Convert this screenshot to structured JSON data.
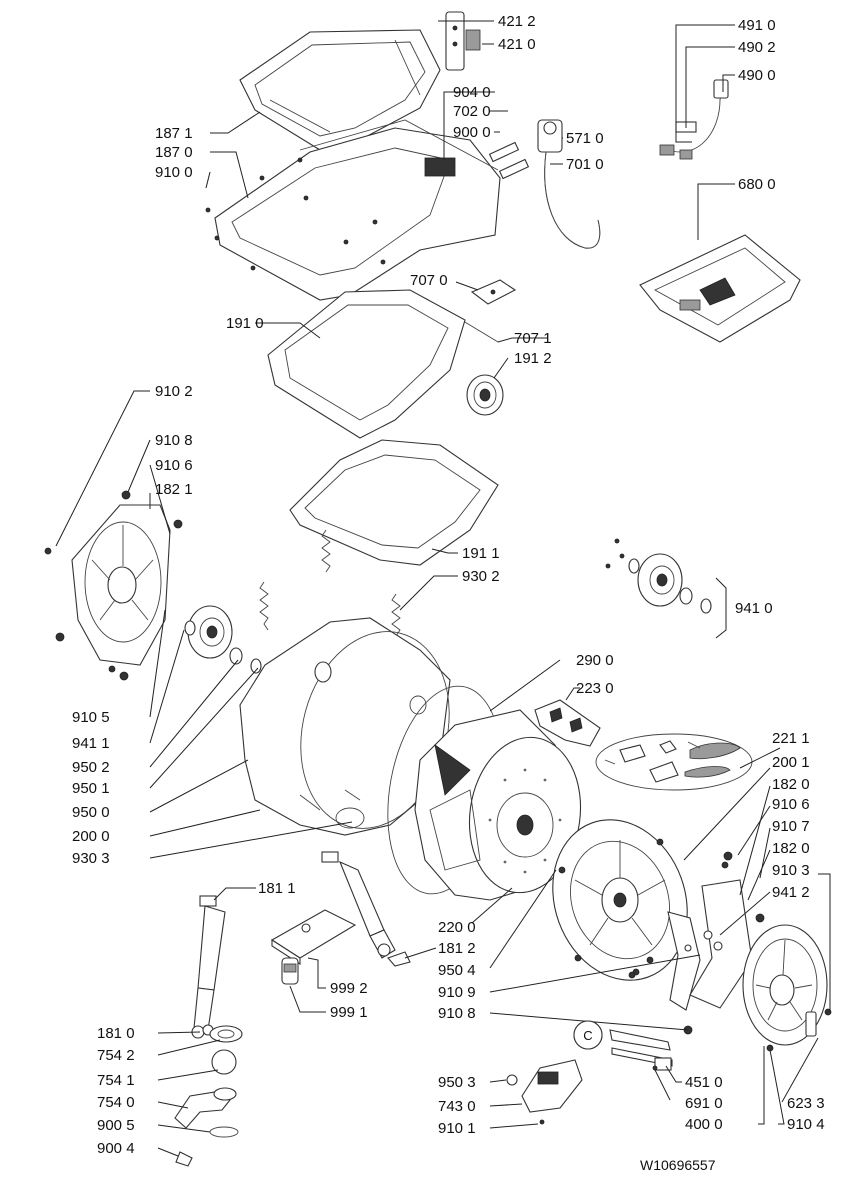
{
  "doc_id": "W10696557",
  "callout_symbol": "C",
  "labels": [
    "421 2",
    "421 0",
    "491 0",
    "490 2",
    "490 0",
    "904 0",
    "702 0",
    "900 0",
    "571 0",
    "701 0",
    "187 1",
    "187 0",
    "910 0",
    "680 0",
    "707 0",
    "191 0",
    "707 1",
    "191 2",
    "910 2",
    "910 8",
    "910 6",
    "182 1",
    "191 1",
    "930 2",
    "941 0",
    "290 0",
    "223 0",
    "910 5",
    "941 1",
    "950 2",
    "950 1",
    "950 0",
    "200 0",
    "930 3",
    "221 1",
    "200 1",
    "182 0",
    "910 6",
    "910 7",
    "182 0",
    "910 3",
    "941 2",
    "181 1",
    "220 0",
    "181 2",
    "950 4",
    "999 2",
    "999 1",
    "910 9",
    "910 8",
    "181 0",
    "754 2",
    "754 1",
    "754 0",
    "900 5",
    "900 4",
    "950 3",
    "743 0",
    "910 1",
    "451 0",
    "691 0",
    "400 0",
    "623 3",
    "910 4"
  ]
}
